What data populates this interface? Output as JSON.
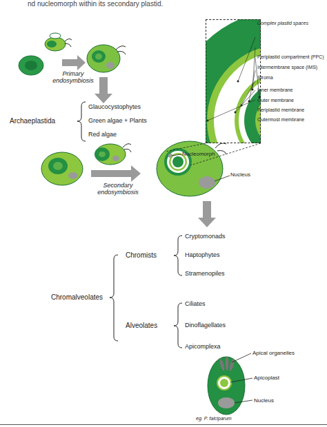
{
  "diagram": {
    "nodes": [
      {
        "text": [
          "Complex plastid spaces",
          "Periplastid compartment (PPC)",
          "Intermembrane space (IMS)",
          "Stroma",
          "Inner membrane",
          "Outer membrane",
          "Periplastid membrane",
          "Outermost membrane"
        ]
      }
    ],
    "labels": [
      "nd nucleomorph within its secondary plastid.",
      "Primary endosymbiosis",
      "Archaeplastida",
      "Glaucocystophytes",
      "Green algae + Plants",
      "Red algae",
      "Secondary endosymbiosis",
      "Nucleomorph",
      "Nucleus",
      "Chromalveolates",
      "Chromists",
      "Cryptomonads",
      "Haptophytes",
      "Stramenopiles",
      "Alveolates",
      "Ciliates",
      "Dinoflagellates",
      "Apicomplexa",
      "Apical organelles",
      "Apicoplast",
      "Nucleus",
      "eg. P. falciparum"
    ]
  }
}
